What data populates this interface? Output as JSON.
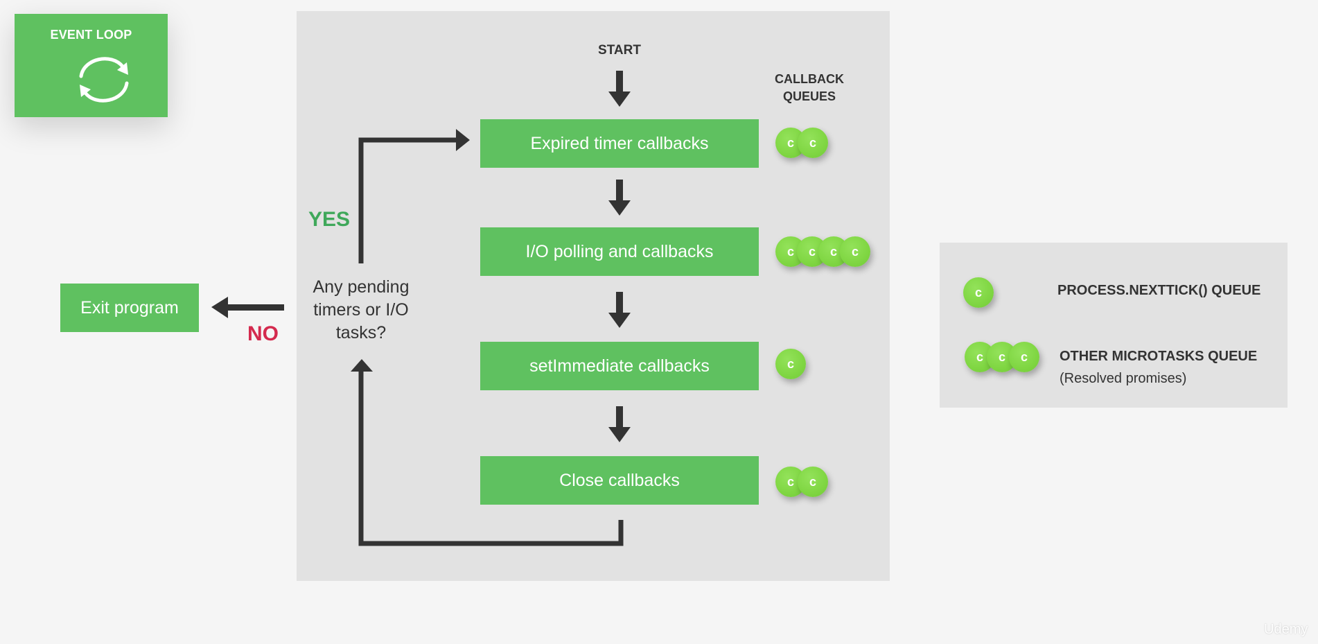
{
  "badge": {
    "title": "EVENT LOOP",
    "icon": "cycle-arrows-icon"
  },
  "start_label": "START",
  "queues_label_line1": "CALLBACK",
  "queues_label_line2": "QUEUES",
  "phases": [
    {
      "label": "Expired timer callbacks",
      "callback_count": 2
    },
    {
      "label": "I/O polling and callbacks",
      "callback_count": 4
    },
    {
      "label": "setImmediate callbacks",
      "callback_count": 1
    },
    {
      "label": "Close callbacks",
      "callback_count": 2
    }
  ],
  "callback_glyph": "c",
  "yes_label": "YES",
  "no_label": "NO",
  "question_line1": "Any pending",
  "question_line2": "timers or I/O",
  "question_line3": "tasks?",
  "exit_label": "Exit program",
  "legend": {
    "nexttick_label": "PROCESS.NEXTTICK() QUEUE",
    "nexttick_count": 1,
    "microtasks_label": "OTHER MICROTASKS QUEUE",
    "microtasks_sub": "(Resolved promises)",
    "microtasks_count": 3
  },
  "watermark": "Udemy",
  "colors": {
    "green": "#5fc160",
    "coin": "#80d645",
    "yes": "#3fa85a",
    "no": "#d42a4e",
    "arrow": "#333333"
  }
}
